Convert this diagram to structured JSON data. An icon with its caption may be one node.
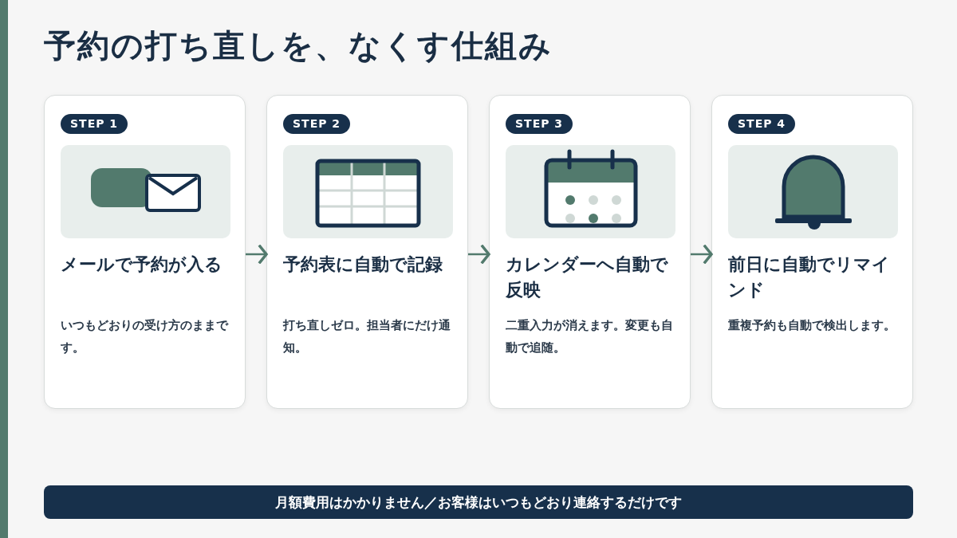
{
  "diagram": {
    "title": "予約の打ち直しを、なくす仕組み",
    "nodes": [
      {
        "text": [
          "メールで予約が入る",
          "いつもどおりの受け方のままです。"
        ]
      },
      {
        "text": [
          "STEP 1"
        ],
        "in": 0
      },
      {
        "text": [
          "予約表に自動で記録",
          "打ち直しゼロ。担当者にだけ通知。"
        ]
      },
      {
        "text": [
          "STEP 2"
        ],
        "in": 2
      },
      {
        "text": [
          "カレンダーへ自動で反映",
          "二重入力が消えます。変更も自動で追随。"
        ]
      },
      {
        "text": [
          "STEP 3"
        ],
        "in": 4
      },
      {
        "text": [
          "前日に自動でリマインド",
          "重複予約も自動で検出します。"
        ]
      },
      {
        "text": [
          "STEP 4"
        ],
        "in": 6
      },
      {
        "text": [
          "月額費用はかかりません／お客様はいつもどおり連絡するだけです"
        ]
      }
    ],
    "edges": [
      {
        "from": 0,
        "to": 2,
        "arrow": "to"
      },
      {
        "from": 2,
        "to": 4,
        "arrow": "to"
      },
      {
        "from": 4,
        "to": 6,
        "arrow": "to"
      }
    ]
  }
}
